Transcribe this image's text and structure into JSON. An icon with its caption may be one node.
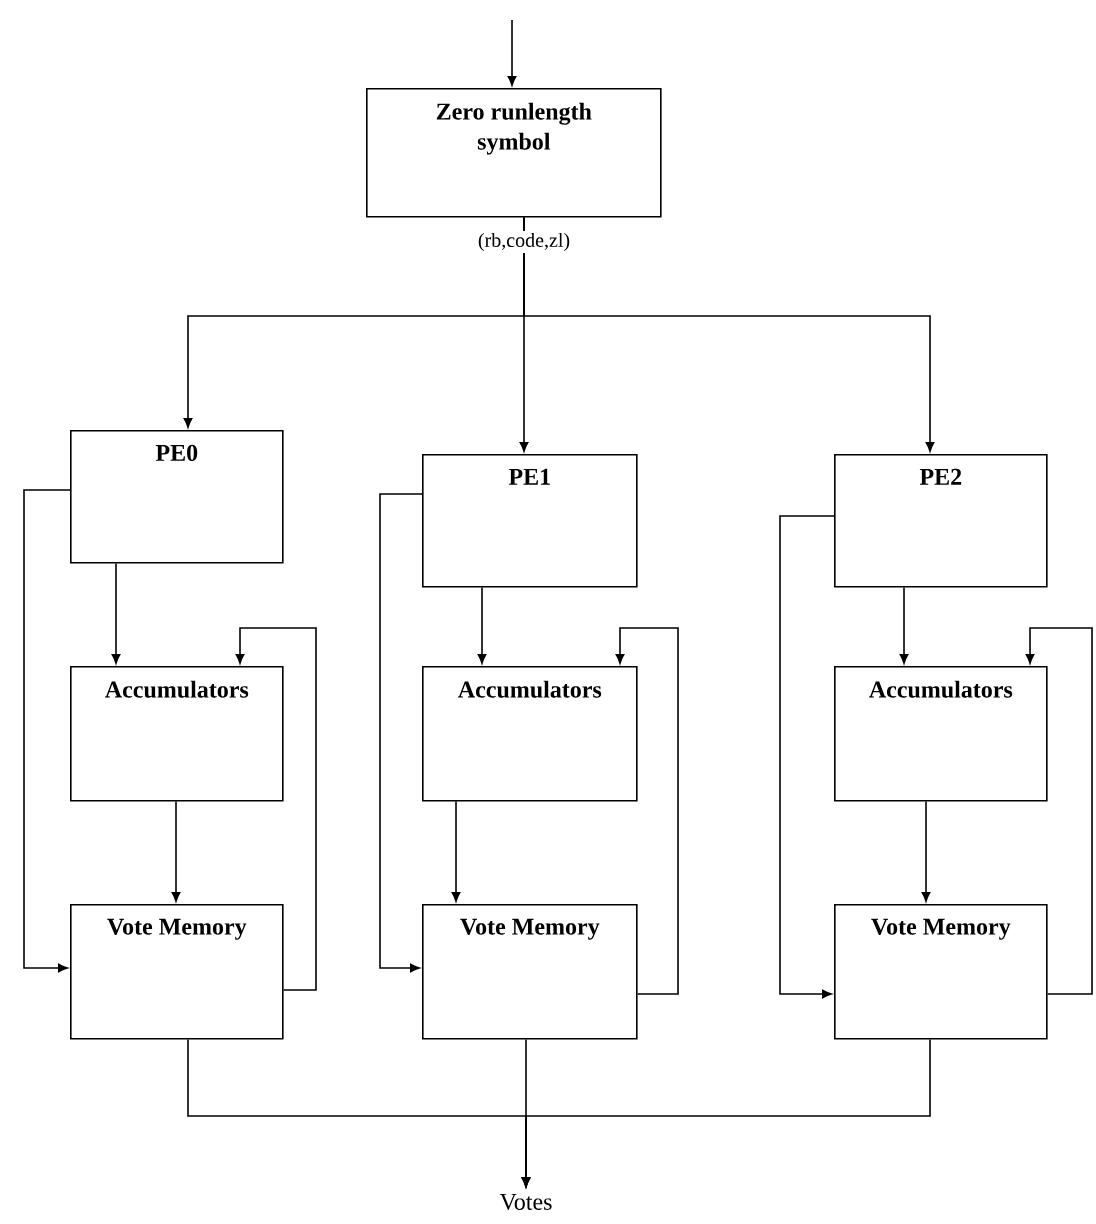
{
  "diagram": {
    "nodes": [
      {
        "text": [
          "Zero runlength symbol"
        ],
        "beside": [
          "(rb,code,zl)"
        ]
      },
      {
        "text": [
          "PE0"
        ]
      },
      {
        "text": [
          "PE1"
        ]
      },
      {
        "text": [
          "PE2"
        ]
      },
      {
        "text": [
          "Accumulators"
        ]
      },
      {
        "text": [
          "Accumulators"
        ]
      },
      {
        "text": [
          "Accumulators"
        ]
      },
      {
        "text": [
          "Vote Memory"
        ]
      },
      {
        "text": [
          "Vote Memory"
        ]
      },
      {
        "text": [
          "Vote Memory"
        ]
      },
      {
        "text": [
          "Votes"
        ]
      }
    ],
    "edges": [
      {
        "from": null,
        "to": 0,
        "arrow": "to"
      },
      {
        "from": 0,
        "to": 1,
        "arrow": "to"
      },
      {
        "from": 0,
        "to": 2,
        "arrow": "to"
      },
      {
        "from": 0,
        "to": 3,
        "arrow": "to"
      },
      {
        "from": 1,
        "to": 4,
        "arrow": "to"
      },
      {
        "from": 4,
        "to": 7,
        "arrow": "to"
      },
      {
        "from": 1,
        "to": 7,
        "arrow": "to"
      },
      {
        "from": 7,
        "to": 4,
        "arrow": "to"
      },
      {
        "from": 2,
        "to": 5,
        "arrow": "to"
      },
      {
        "from": 5,
        "to": 8,
        "arrow": "to"
      },
      {
        "from": 2,
        "to": 8,
        "arrow": "to"
      },
      {
        "from": 8,
        "to": 5,
        "arrow": "to"
      },
      {
        "from": 3,
        "to": 6,
        "arrow": "to"
      },
      {
        "from": 6,
        "to": 9,
        "arrow": "to"
      },
      {
        "from": 3,
        "to": 9,
        "arrow": "to"
      },
      {
        "from": 9,
        "to": 6,
        "arrow": "to"
      },
      {
        "from": 7,
        "to": 10,
        "arrow": "to"
      },
      {
        "from": 8,
        "to": 10,
        "arrow": "to"
      },
      {
        "from": 9,
        "to": 10,
        "arrow": "to"
      }
    ]
  }
}
